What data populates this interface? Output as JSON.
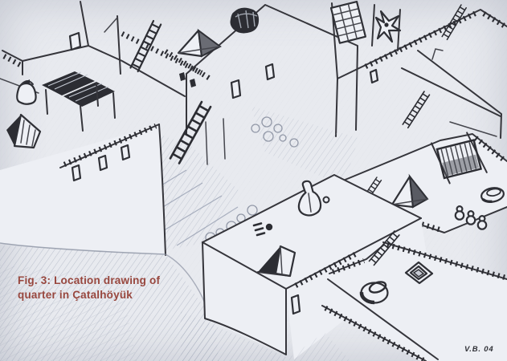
{
  "figure": {
    "caption": {
      "line1": "Fig. 3: Location drawing of",
      "line2": "quarter in Çatalhöyük",
      "color": "#98473e"
    },
    "signature": {
      "text": "V.B. 04",
      "color": "#2f3036"
    },
    "palette": {
      "paper": "#e8eaef",
      "ink": "#35353b",
      "pencil_shading": "#98a0b2",
      "caption_red": "#98473e"
    },
    "scene": {
      "type": "hand-drawn isometric pencil illustration",
      "subject": "flat-roofed mudbrick houses of a Çatalhöyük quarter seen from above",
      "ladder_count": 6,
      "objects": [
        "flat-roofed houses with hatched parapets",
        "roof ladders",
        "awning on wooden posts",
        "tent wedge",
        "handled pot",
        "dark storage basket",
        "pyramidal roof openings",
        "drying mat",
        "stretched hide on poles",
        "weaving frame",
        "flask-shaped vessel",
        "bowl and small jars",
        "square roof hatch",
        "round cooking pot",
        "small wall windows",
        "rubble-filled alleys"
      ]
    }
  }
}
